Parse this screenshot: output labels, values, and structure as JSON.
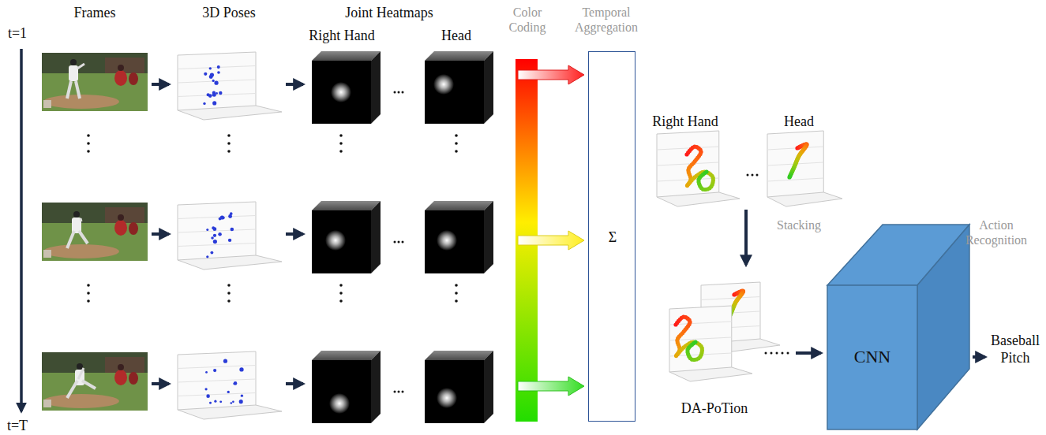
{
  "diagram": {
    "nodes": [
      {
        "text": [
          "Σ"
        ]
      },
      {
        "text": [
          "CNN"
        ]
      }
    ],
    "labels": [
      "t=1",
      "t=T",
      "Frames",
      "3D Poses",
      "Joint Heatmaps",
      "Right Hand",
      "Head",
      "Color Coding",
      "Temporal Aggregation",
      "Right Hand",
      "Head",
      "Stacking",
      "Action Recognition",
      "Baseball Pitch",
      "DA-PoTion"
    ]
  }
}
